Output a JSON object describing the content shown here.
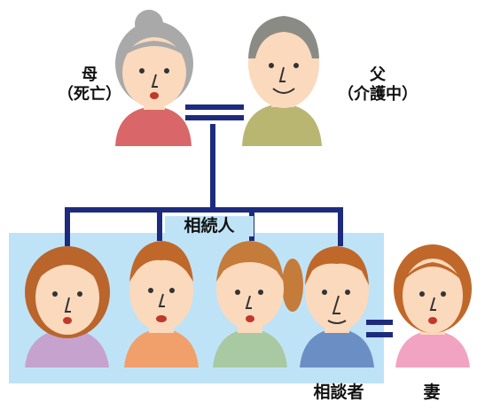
{
  "mother": {
    "name": "母",
    "status": "（死亡）"
  },
  "father": {
    "name": "父",
    "status": "（介護中）"
  },
  "heirs_label": "相続人",
  "consultant_label": "相談者",
  "wife_label": "妻",
  "colors": {
    "line": "#1d2b7e",
    "heirs_box": "#bfe3f6",
    "skin": "#fbd9bd",
    "mother_shirt": "#d9676a",
    "father_shirt": "#b9b672"
  }
}
